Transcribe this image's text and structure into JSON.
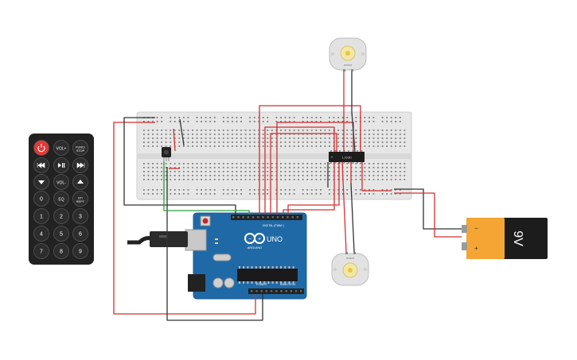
{
  "remote": {
    "buttons": [
      {
        "label": "",
        "icon": "power-icon",
        "color": "#e53935"
      },
      {
        "label": "VOL+",
        "icon": "",
        "color": "#222222"
      },
      {
        "label": "FUNC/\nSTOP",
        "icon": "",
        "color": "#222222"
      },
      {
        "label": "",
        "icon": "skip-back-icon",
        "color": "#222222"
      },
      {
        "label": "",
        "icon": "play-pause-icon",
        "color": "#222222"
      },
      {
        "label": "",
        "icon": "skip-forward-icon",
        "color": "#222222"
      },
      {
        "label": "",
        "icon": "down-arrow-icon",
        "color": "#222222"
      },
      {
        "label": "VOL-",
        "icon": "",
        "color": "#222222"
      },
      {
        "label": "",
        "icon": "up-arrow-icon",
        "color": "#222222"
      },
      {
        "label": "0",
        "icon": "",
        "color": "#222222"
      },
      {
        "label": "EQ",
        "icon": "",
        "color": "#222222"
      },
      {
        "label": "ST/\nREPT",
        "icon": "",
        "color": "#222222"
      },
      {
        "label": "1",
        "icon": "",
        "color": "#222222"
      },
      {
        "label": "2",
        "icon": "",
        "color": "#222222"
      },
      {
        "label": "3",
        "icon": "",
        "color": "#222222"
      },
      {
        "label": "4",
        "icon": "",
        "color": "#222222"
      },
      {
        "label": "5",
        "icon": "",
        "color": "#222222"
      },
      {
        "label": "6",
        "icon": "",
        "color": "#222222"
      },
      {
        "label": "7",
        "icon": "",
        "color": "#222222"
      },
      {
        "label": "8",
        "icon": "",
        "color": "#222222"
      },
      {
        "label": "9",
        "icon": "",
        "color": "#222222"
      }
    ]
  },
  "arduino": {
    "brand": "ARDUINO",
    "model": "UNO",
    "digital_label": "DIGITAL (PWM~)",
    "power_label": "POWER",
    "analog_label": "ANALOG IN"
  },
  "battery": {
    "label": "9V",
    "plus": "+",
    "minus": "−"
  },
  "chip": {
    "label": "L293D"
  },
  "motor_top": {
    "label": "motor"
  },
  "motor_bottom": {
    "label": "motor"
  },
  "colors": {
    "wire_red": "#d32f2f",
    "wire_black": "#333333",
    "wire_green": "#2e9e3e",
    "arduino_blue": "#1f6aa6",
    "breadboard": "#e4e4e4",
    "battery_orange": "#f4a534"
  }
}
